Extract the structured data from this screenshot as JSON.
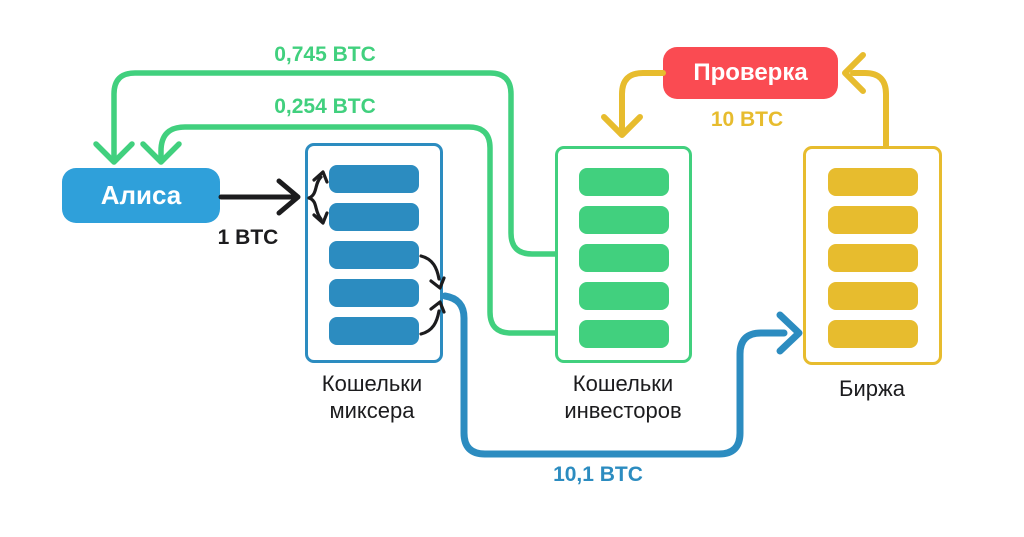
{
  "diagram": {
    "nodes": {
      "alice": {
        "label": "Алиса"
      },
      "check": {
        "label": "Проверка"
      },
      "mixer": {
        "caption": "Кошельки\nмиксера",
        "bars": 5
      },
      "investors": {
        "caption": "Кошельки\nинвесторов",
        "bars": 5
      },
      "exchange": {
        "caption": "Биржа",
        "bars": 5
      }
    },
    "flows": {
      "payout_1": {
        "label": "0,745 BTC"
      },
      "payout_2": {
        "label": "0,254 BTC"
      },
      "deposit": {
        "label": "1 BTC"
      },
      "check_amount": {
        "label": "10 BTC"
      },
      "mixer_to_exchange": {
        "label": "10,1 BTC"
      }
    },
    "colors": {
      "alice_blue": "#2FA0DA",
      "dark_blue": "#2C8CC0",
      "green": "#41D07E",
      "yellow": "#E7BC2E",
      "red": "#FA4B52",
      "ink": "#1C1C1E"
    }
  }
}
